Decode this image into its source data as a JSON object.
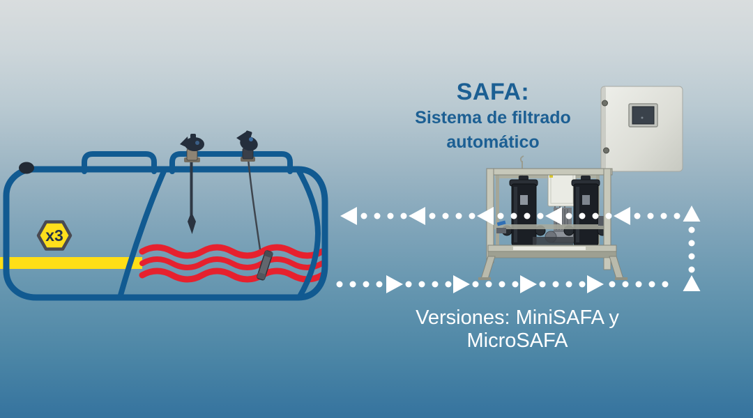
{
  "slide": {
    "title": "SAFA:",
    "subtitle_line1": "Sistema de filtrado",
    "subtitle_line2": "automático",
    "versions_caption": "Versiones: MiniSAFA y MicroSAFA"
  },
  "tank": {
    "badge_label": "x3",
    "outline_color": "#115A91",
    "stripe_color": "#FFDF17",
    "waves_color": "#E6212E",
    "badge_fill": "#FFDF1C",
    "badge_border": "#4A4A52",
    "badge_text_color": "#253249"
  },
  "colors": {
    "title_text": "#1C5F93",
    "caption_text": "#FFFFFF",
    "flow_dots": "#FFFFFF",
    "background_top": "#D9DDDE",
    "background_bottom": "#35739E"
  },
  "flow": {
    "top_line_direction": "left",
    "bottom_line_direction": "right",
    "riser_direction": "up"
  }
}
